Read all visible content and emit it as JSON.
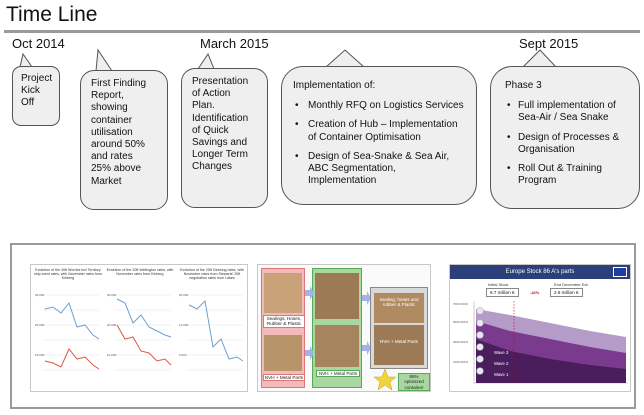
{
  "title": "Time Line",
  "dates": {
    "d1": "Oct 2014",
    "d2": "March 2015",
    "d3": "Sept 2015"
  },
  "bubbles": {
    "kickoff": [
      "Project",
      "Kick",
      "Off"
    ],
    "finding": [
      "First Finding",
      "Report,",
      "showing",
      "container",
      "utilisation",
      "around 50%",
      "and rates",
      "25% above",
      "Market"
    ],
    "action": [
      "Presentation",
      "of Action",
      "Plan.",
      "Identification",
      "of Quick",
      "Savings and",
      "Longer Term",
      "Changes"
    ],
    "implementation": {
      "heading": "Implementation of:",
      "items": [
        "Monthly RFQ on Logistics Services",
        "Creation of Hub – Implementation of Container Optimisation",
        "Design of Sea-Snake & Sea Air, ABC Segmentation, Implementation"
      ]
    },
    "phase3": {
      "heading": "Phase 3",
      "items": [
        "Full implementation of Sea-Air / Sea Snake",
        "Design of Processes & Organisation",
        "Roll Out & Training Program"
      ]
    }
  },
  "thumb1": {
    "charts": [
      {
        "title": "Evolution of the 40ft Worries incl Territory ship-ment rates, with November rates from Kinberg"
      },
      {
        "title": "Evolution of the 20ft Wellington rates, with November rates from Kinberg"
      },
      {
        "title": "Evolution of the 20ft Geelong rates, with November rates from Stewarts' 20ft negotiation rates from Lakes"
      }
    ]
  },
  "thumb2": {
    "labels": {
      "left_top": "Sealings, Hoses, Rubber & Plastic",
      "left_bottom": "NVH + Metal Parts",
      "mid_bottom": "NVH + Metal Parts",
      "right_top": "Sealing, hoses and rubber & Plastic",
      "right_mid": "NVH + Metal Parts",
      "right_badge": "95% optimized container"
    },
    "colors": {
      "pink": "#f4b9b9",
      "green": "#a8d8a0",
      "blue": "#9fb4e8",
      "star": "#f2d43a"
    }
  },
  "thumb3": {
    "header": "Europe Stock 86 A's parts",
    "initial_label": "Initial Stock",
    "end_label": "End December Est.",
    "initial_value": "6.7 million €",
    "end_value": "2.8 million €",
    "reduction": "-42%",
    "waves": [
      "Wave 3",
      "Wave 2",
      "Wave 1"
    ],
    "colors": {
      "header": "#2b3f7a",
      "wave_dark": "#4a1d5c",
      "wave_mid": "#7a3b8e",
      "wave_light": "#b59bc8"
    }
  }
}
